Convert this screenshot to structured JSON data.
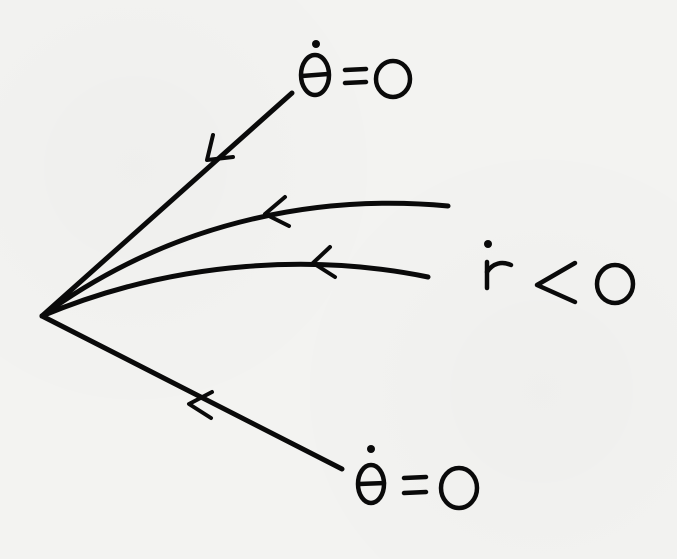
{
  "labels": {
    "top": "θ̇=0",
    "right": "ṙ<0",
    "bottom": "θ̇=0"
  },
  "colors": {
    "ink": "#0a0a0a",
    "paper": "#f3f3f1"
  }
}
